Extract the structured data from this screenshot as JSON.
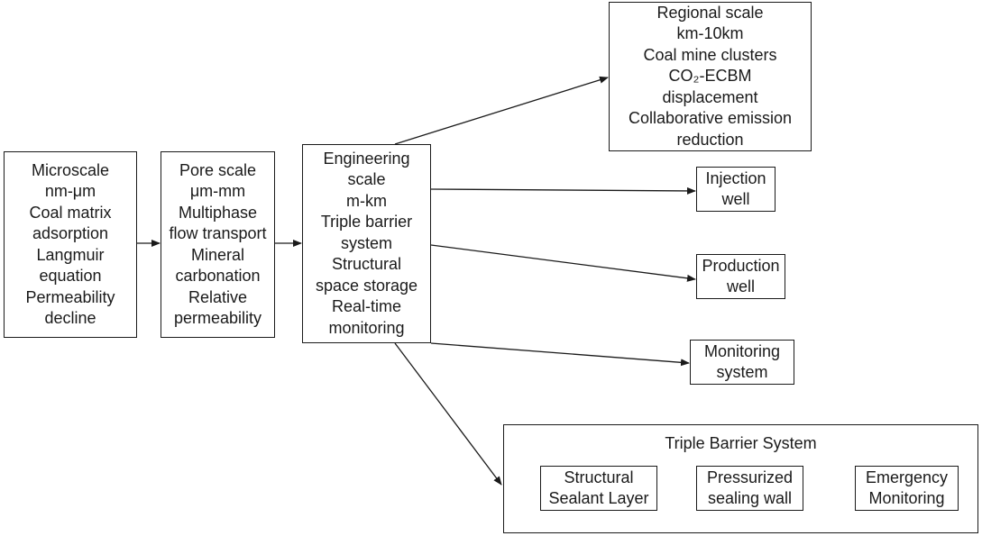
{
  "boxes": {
    "microscale": [
      "Microscale",
      "nm-μm",
      "Coal matrix",
      "adsorption",
      "Langmuir",
      "equation",
      "Permeability",
      "decline"
    ],
    "pore_scale": [
      "Pore scale",
      "μm-mm",
      "Multiphase",
      "flow transport",
      "Mineral",
      "carbonation",
      "Relative",
      "permeability"
    ],
    "engineering_scale": [
      "Engineering",
      "scale",
      "m-km",
      "Triple barrier",
      "system",
      "Structural",
      "space storage",
      "Real-time",
      "monitoring"
    ],
    "regional_scale": [
      "Regional scale",
      "km-10km",
      "Coal mine clusters",
      "CO₂-ECBM",
      "displacement",
      "Collaborative emission",
      "reduction"
    ],
    "injection_well": [
      "Injection",
      "well"
    ],
    "production_well": [
      "Production",
      "well"
    ],
    "monitoring_system": [
      "Monitoring",
      "system"
    ]
  },
  "triple_barrier": {
    "title": "Triple Barrier System",
    "components": [
      [
        "Structural",
        "Sealant Layer"
      ],
      [
        "Pressurized",
        "sealing wall"
      ],
      [
        "Emergency",
        "Monitoring"
      ]
    ]
  },
  "colors": {
    "stroke": "#1a1a1a",
    "background": "#ffffff"
  }
}
